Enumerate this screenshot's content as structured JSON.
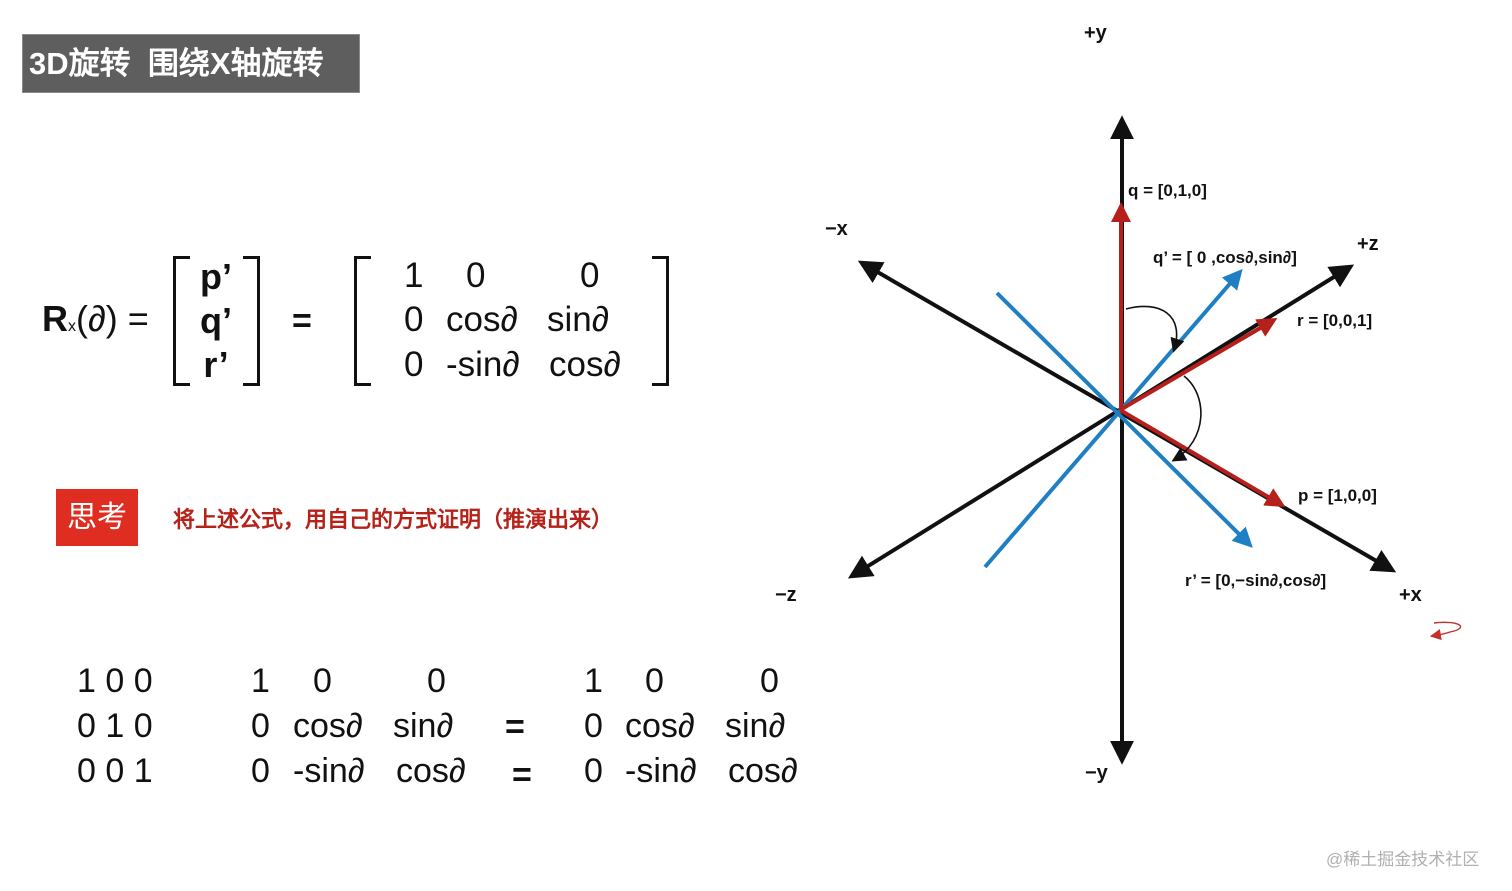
{
  "title": "3D旋转  围绕X轴旋转",
  "formula": {
    "lhs_letter": "R",
    "lhs_sub": "x",
    "lhs_arg": "(∂) =",
    "vector": [
      "p’",
      "q’",
      "r’"
    ],
    "equals": "=",
    "matrix": [
      [
        "1",
        "0",
        "0"
      ],
      [
        "0",
        "cos∂",
        "sin∂"
      ],
      [
        "0",
        "-sin∂",
        "cos∂"
      ]
    ]
  },
  "think": {
    "badge": "思考",
    "text": "将上述公式，用自己的方式证明（推演出来）"
  },
  "bottom": {
    "identity": [
      "1 0 0",
      "0 1 0",
      "0 0 1"
    ],
    "matrix_a": [
      [
        "1",
        "0",
        "0"
      ],
      [
        "0",
        "cos∂",
        "sin∂"
      ],
      [
        "0",
        "-sin∂",
        "cos∂"
      ]
    ],
    "equals": [
      "=",
      "="
    ],
    "matrix_b": [
      [
        "1",
        "0",
        "0"
      ],
      [
        "0",
        "cos∂",
        "sin∂"
      ],
      [
        "0",
        "-sin∂",
        "cos∂"
      ]
    ]
  },
  "diagram": {
    "colors": {
      "axis": "#111111",
      "original": "#b5201c",
      "rotated": "#1f7fc4"
    },
    "axes": {
      "pos_y": "+y",
      "neg_y": "−y",
      "neg_x": "−x",
      "pos_x": "+x",
      "pos_z": "+z",
      "neg_z": "−z"
    },
    "vectors": {
      "q": "q = [0,1,0]",
      "q_prime": "q’ = [ 0 ,cos∂,sin∂]",
      "r": "r = [0,0,1]",
      "p": "p = [1,0,0]",
      "r_prime": "r’ = [0,−sin∂,cos∂]"
    }
  },
  "watermark": "@稀土掘金技术社区"
}
